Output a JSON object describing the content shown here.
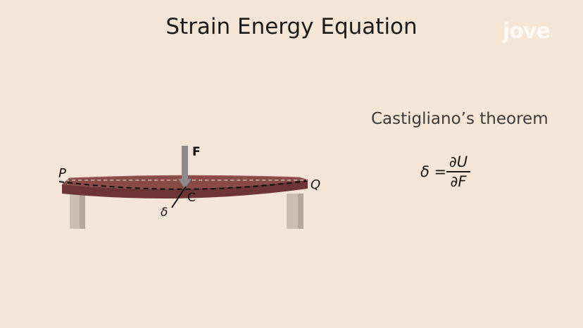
{
  "title": "Strain Energy Equation",
  "logo": "jove",
  "theorem_label": "Castigliano’s theorem",
  "equation": {
    "lhs": "δ",
    "equals": "=",
    "numerator": "∂U",
    "denominator": "∂F"
  },
  "diagram": {
    "labels": {
      "force": "F",
      "left_end": "P",
      "right_end": "Q",
      "point": "C",
      "deflection": "δ"
    },
    "colors": {
      "beam_top": "#8a4b46",
      "beam_body": "#6d3634",
      "support": "#c9bcae",
      "arrow": "#8b8b8b",
      "background": "#f4e5d6"
    }
  }
}
